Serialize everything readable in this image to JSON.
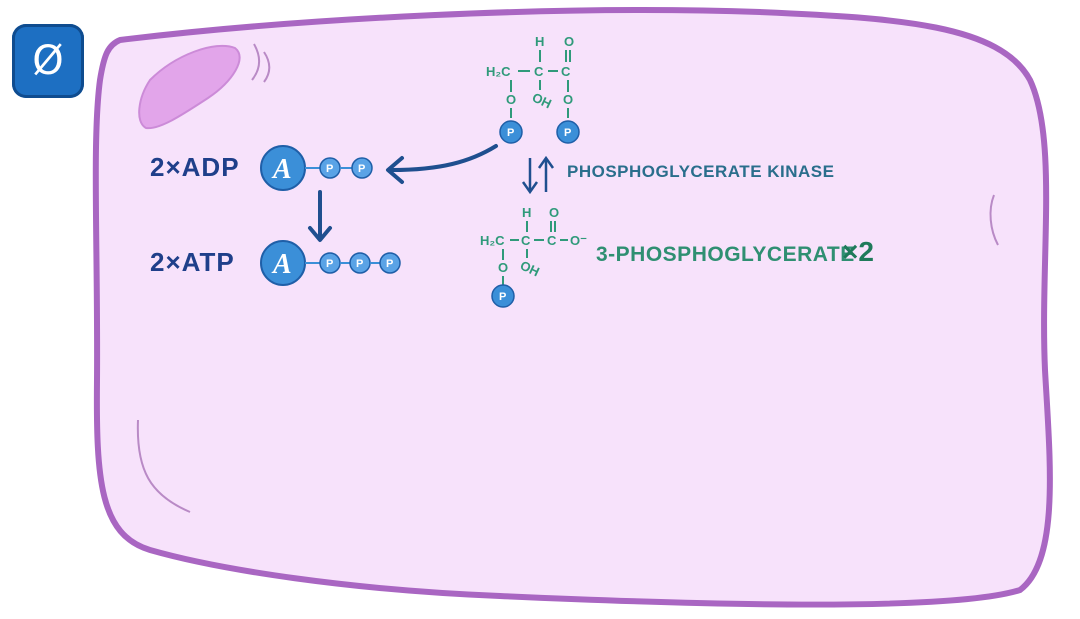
{
  "badge": {
    "symbol": "Ø"
  },
  "reaction": {
    "reactant": {
      "h_top": "H",
      "o_top": "O",
      "h2c": "H₂C",
      "dash": "–",
      "c": "C",
      "o_link": "O",
      "oh": "OH",
      "o_link2": "O",
      "p": "P"
    },
    "product": {
      "h_top": "H",
      "o_top": "O",
      "h2c": "H₂C",
      "c": "C",
      "o_minus": "O⁻",
      "o_link": "O",
      "oh": "OH",
      "p": "P"
    },
    "adp_label": "2×ADP",
    "atp_label": "2×ATP",
    "adenosine_letter": "A",
    "phosphate_letter": "P",
    "enzyme_label": "PHOSPHOGLYCERATE KINASE",
    "product_label": "3-PHOSPHOGLYCERATE",
    "product_multiplier": "×2"
  },
  "colors": {
    "cell_fill": "#f7e2fb",
    "cell_border": "#a966c2",
    "molecule_blue": "#3b8fd8",
    "arrow_dark": "#1f4f8f",
    "chem_green": "#2f9a7a"
  }
}
